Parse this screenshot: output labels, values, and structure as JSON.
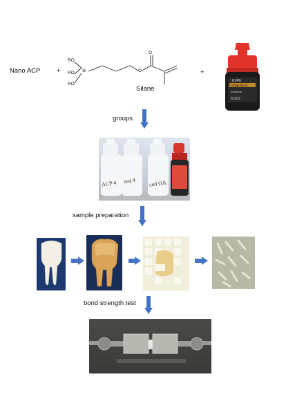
{
  "reactants": {
    "nano_acp": "Nano ACP",
    "plus1": "+",
    "plus2": "+",
    "silane_label": "Silane",
    "ro_labels": [
      "RO",
      "RO",
      "RO"
    ],
    "si_label": "Si",
    "o_label": "O",
    "carbonyl_o": "O"
  },
  "bottle_label": {
    "brand": "ESPE",
    "product": "Single Bond",
    "code": "51202",
    "sub": "Adhesive"
  },
  "steps": {
    "groups": "groups",
    "sample_preparation": "sample preparation",
    "bond_strength_test": "bond strength test"
  },
  "group_bottles": [
    "ACP 4",
    "zed 4",
    "ced OA"
  ],
  "colors": {
    "arrow": "#4472c4",
    "bottle_cap_red": "#d9342b"
  }
}
